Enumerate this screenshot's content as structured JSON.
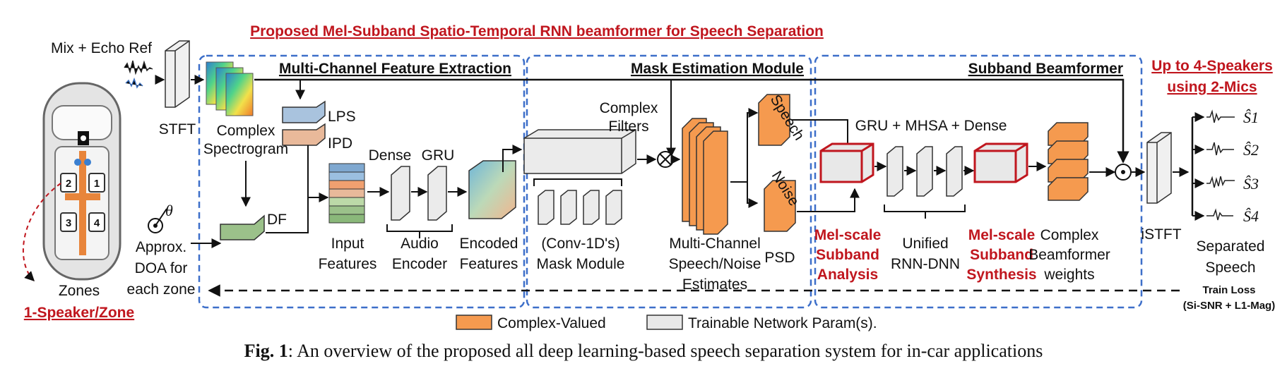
{
  "title": "Proposed Mel-Subband Spatio-Temporal RNN beamformer for Speech Separation",
  "modules": {
    "feature_extraction": "Multi-Channel Feature Extraction",
    "mask_estimation": "Mask Estimation Module",
    "subband_beamformer": "Subband Beamformer"
  },
  "input": {
    "mix_label": "Mix + Echo Ref",
    "stft_label": "STFT",
    "zones_label": "Zones",
    "zones_note": "1-Speaker/Zone",
    "seat_numbers": [
      "2",
      "1",
      "3",
      "4"
    ],
    "theta": "θ",
    "doa_label": [
      "Approx.",
      "DOA for",
      "each zone"
    ]
  },
  "features": {
    "complex_spectrogram": [
      "Complex",
      "Spectrogram"
    ],
    "lps": "LPS",
    "ipd": "IPD",
    "df": "DF",
    "input_features": [
      "Input",
      "Features"
    ],
    "dense": "Dense",
    "gru": "GRU",
    "audio_encoder": [
      "Audio",
      "Encoder"
    ],
    "encoded_features": [
      "Encoded",
      "Features"
    ]
  },
  "mask": {
    "complex_filters": [
      "Complex",
      "Filters"
    ],
    "mask_module": [
      "(Conv-1D's)",
      "Mask Module"
    ],
    "estimates": [
      "Multi-Channel",
      "Speech/Noise",
      "Estimates"
    ],
    "speech": "Speech",
    "noise": "Noise",
    "psd": "PSD"
  },
  "beamformer": {
    "gru_mhsa": "GRU + MHSA + Dense",
    "analysis": [
      "Mel-scale",
      "Subband",
      "Analysis"
    ],
    "unified": [
      "Unified",
      "RNN-DNN"
    ],
    "synthesis": [
      "Mel-scale",
      "Subband",
      "Synthesis"
    ],
    "weights": [
      "Complex",
      "Beamformer",
      "weights"
    ]
  },
  "output": {
    "note": [
      "Up to 4-Speakers",
      "using 2-Mics"
    ],
    "istft_label": "iSTFT",
    "separated": [
      "Separated",
      "Speech"
    ],
    "speakers": [
      "Ŝ1",
      "Ŝ2",
      "Ŝ3",
      "Ŝ4"
    ]
  },
  "train_loss": [
    "Train Loss",
    "(Si-SNR + L1-Mag)"
  ],
  "legend": {
    "complex_valued": "Complex-Valued",
    "trainable": "Trainable Network Param(s)."
  },
  "caption": {
    "label": "Fig. 1",
    "text": ": An overview of the proposed all deep learning-based speech separation system for in-car applications"
  },
  "colors": {
    "accent_red": "#c0161e",
    "dashed_blue": "#3d6fc9",
    "complex_orange": "#f59a4f",
    "trainable_gray": "#e8e8e8"
  }
}
